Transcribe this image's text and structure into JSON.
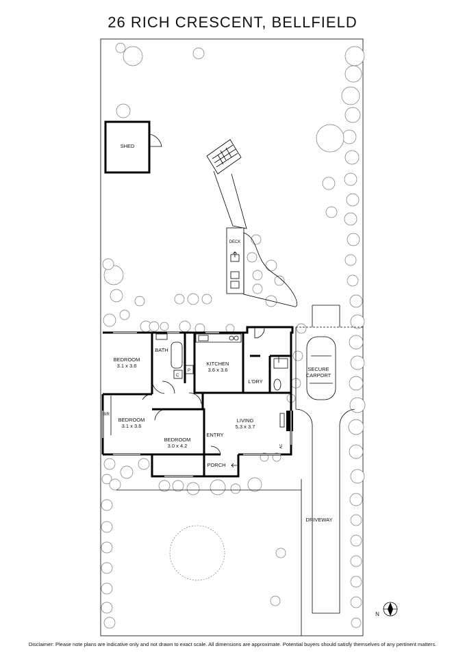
{
  "title": "26 RICH CRESCENT, BELLFIELD",
  "disclaimer": "Disclaimer: Please note plans are indicative only and not drawn to exact scale. All dimensions are approximate. Potential buyers should satisfy themselves of any pertinent matters.",
  "rooms": {
    "shed": "SHED",
    "deck": "DECK",
    "bath": "BATH",
    "bedroom1_name": "BEDROOM",
    "bedroom1_size": "3.1 x 3.6",
    "bedroom2_name": "BEDROOM",
    "bedroom2_size": "3.1 x 3.6",
    "bedroom3_name": "BEDROOM",
    "bedroom3_size": "3.0 x 4.2",
    "kitchen_name": "KITCHEN",
    "kitchen_size": "3.6 x 3.6",
    "laundry": "L'DRY",
    "living_name": "LIVING",
    "living_size": "5.3 x 3.7",
    "entry": "ENTRY",
    "porch": "PORCH",
    "bir": "BIR",
    "c": "C",
    "p": "P",
    "ac": "AC",
    "carport_line1": "SECURE",
    "carport_line2": "CARPORT",
    "driveway": "DRIVEWAY"
  },
  "compass": {
    "label": "N",
    "icon": "compass-icon"
  }
}
